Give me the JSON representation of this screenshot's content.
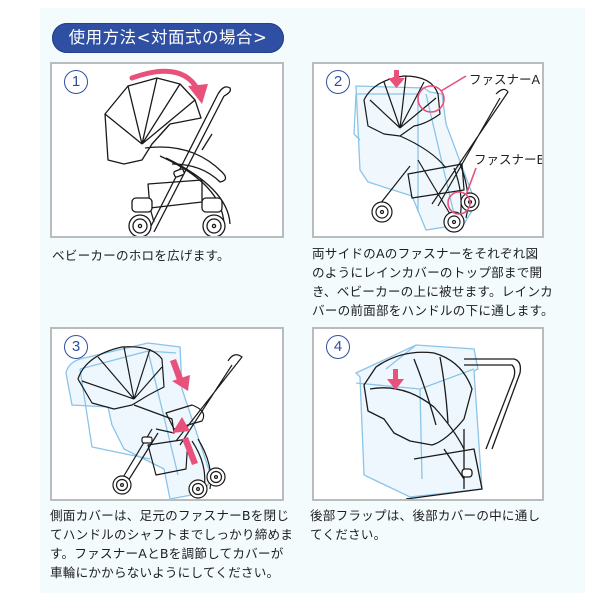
{
  "title": "使用方法<対面式の場合>",
  "colors": {
    "title_bg": "#2f4fa3",
    "accent_pink": "#e8517a",
    "cover_blue": "#8cc4e8",
    "frame_border": "#b9bcbe",
    "background": "#f3fbfd"
  },
  "steps": [
    {
      "number": "1",
      "number_glyph": "①",
      "description": "ベビーカーのホロを広げます。",
      "description_lines": [
        "ベビーカーのホロを広げます。"
      ],
      "illustration": "stroller-canopy-open-with-curved-arrow"
    },
    {
      "number": "2",
      "number_glyph": "②",
      "description": "両サイドのAのファスナーをそれぞれ図のようにレインカバーのトップ部まで開き、ベビーカーの上に被せます。レインカバーの前面部をハンドルの下に通します。",
      "description_lines": [
        "両サイドのAのファスナーをそれぞれ図",
        "のようにレインカバーのトップ部まで開",
        "き、ベビーカーの上に被せます。レインカ",
        "バーの前面部をハンドルの下に通します。"
      ],
      "callouts": [
        "ファスナーA",
        "ファスナーB"
      ],
      "illustration": "rain-cover-over-stroller-with-zipper-callouts"
    },
    {
      "number": "3",
      "number_glyph": "③",
      "description": "側面カバーは、足元のファスナーBを閉じてハンドルのシャフトまでしっかり締めます。ファスナーAとBを調節してカバーが車輪にかからないようにしてください。",
      "description_lines": [
        "側面カバーは、足元のファスナーBを閉じ",
        "てハンドルのシャフトまでしっかり締めま",
        "す。ファスナーAとBを調節してカバーが",
        "車輪にかからないようにしてください。"
      ],
      "illustration": "side-cover-zip-arrows"
    },
    {
      "number": "4",
      "number_glyph": "④",
      "description": "後部フラップは、後部カバーの中に通してください。",
      "description_lines": [
        "後部フラップは、後部カバーの中に通し",
        "てください。"
      ],
      "illustration": "rear-flap-closeup-with-down-arrow"
    }
  ]
}
